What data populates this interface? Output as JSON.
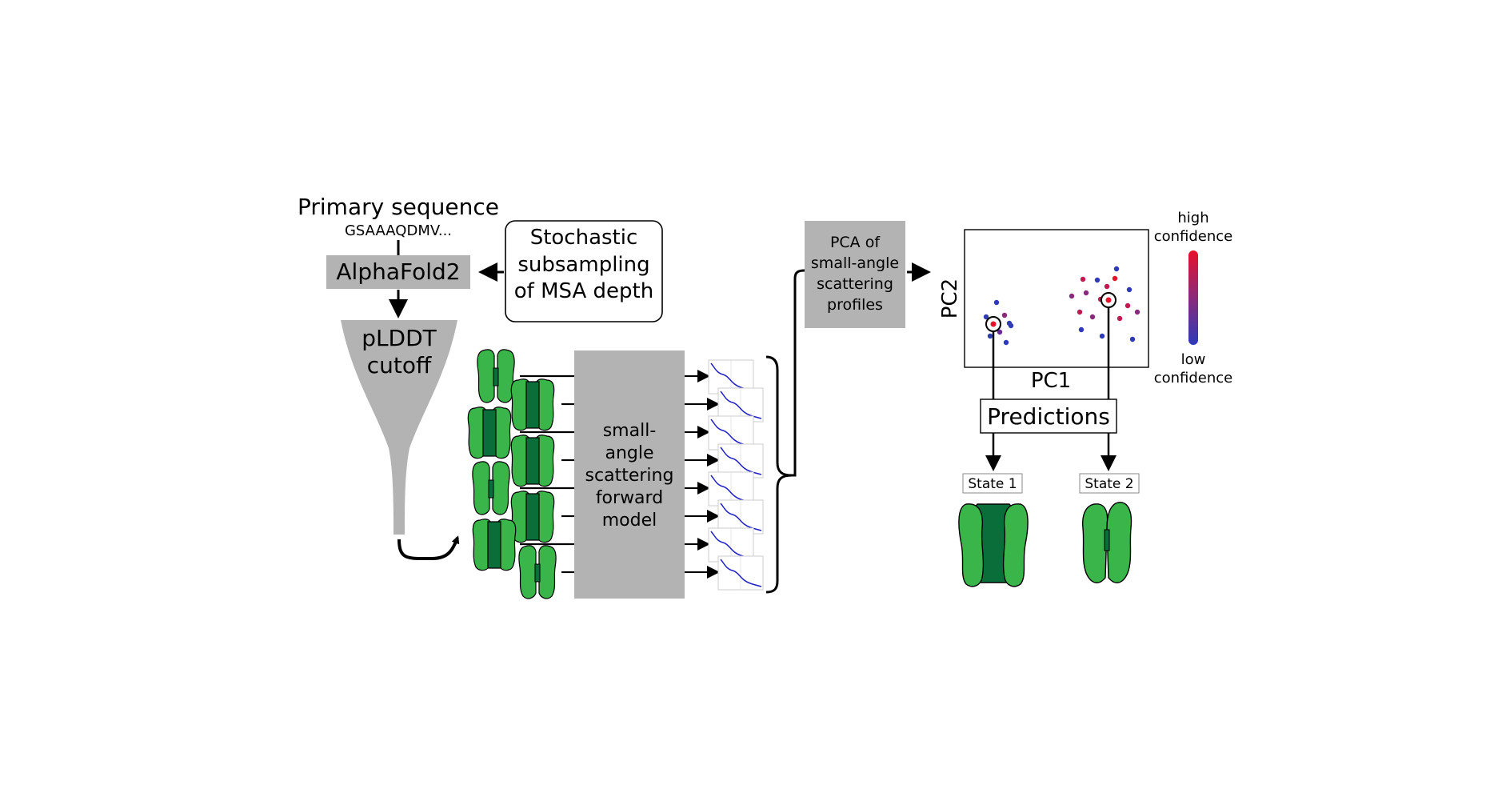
{
  "primary": {
    "title": "Primary sequence",
    "sequence": "GSAAAQDMV..."
  },
  "alphafold": "AlphaFold2",
  "plddt": [
    "pLDDT",
    "cutoff"
  ],
  "stochastic": [
    "Stochastic",
    "subsampling",
    "of MSA depth"
  ],
  "forward_model": [
    "small-",
    "angle",
    "scattering",
    "forward",
    "model"
  ],
  "pca": [
    "PCA of",
    "small-angle",
    "scattering",
    "profiles"
  ],
  "plot": {
    "xlabel": "PC1",
    "ylabel": "PC2"
  },
  "confidence": {
    "high": [
      "high",
      "confidence"
    ],
    "low": [
      "low",
      "confidence"
    ]
  },
  "predictions": "Predictions",
  "states": [
    "State 1",
    "State 2"
  ],
  "colors": {
    "gray": "#b3b3b3",
    "green_light": "#3ab54a",
    "green_dark": "#0a6e3a",
    "profile_line": "#2020c8",
    "high": "#e8102a",
    "low": "#2e3ab8"
  }
}
